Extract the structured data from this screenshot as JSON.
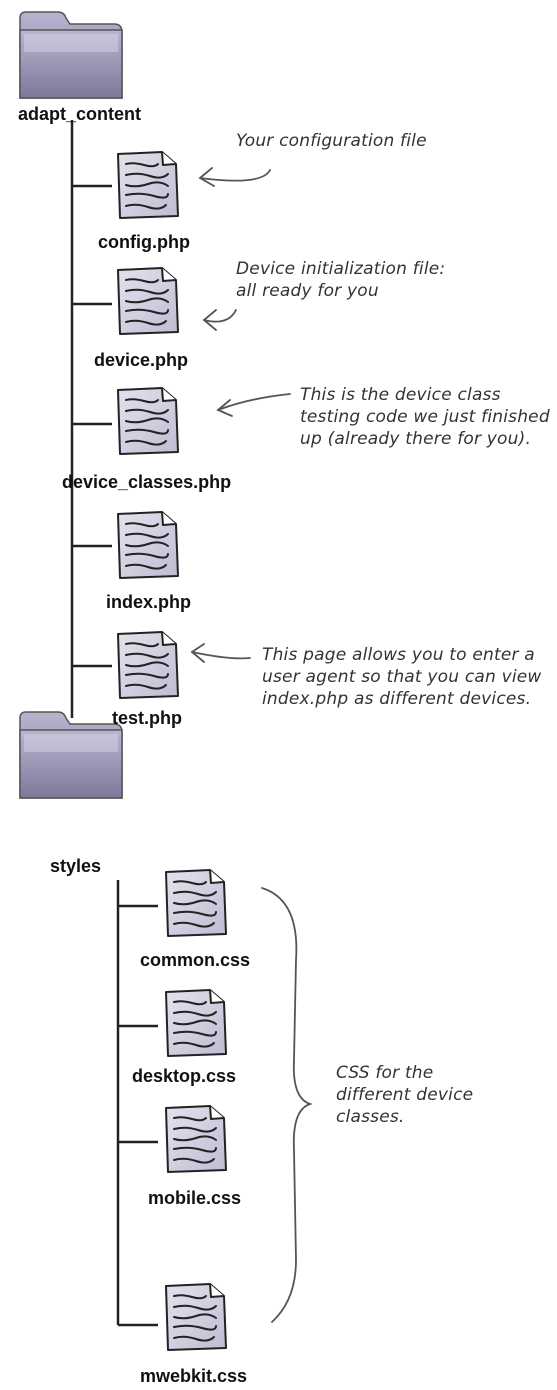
{
  "folders": [
    {
      "name": "adapt_content",
      "icon": "folder-icon"
    },
    {
      "name": "styles",
      "icon": "folder-icon"
    }
  ],
  "files": [
    {
      "name": "config.php",
      "icon": "file-icon"
    },
    {
      "name": "device.php",
      "icon": "file-icon"
    },
    {
      "name": "device_classes.php",
      "icon": "file-icon"
    },
    {
      "name": "index.php",
      "icon": "file-icon"
    },
    {
      "name": "test.php",
      "icon": "file-icon"
    },
    {
      "name": "common.css",
      "icon": "file-icon"
    },
    {
      "name": "desktop.css",
      "icon": "file-icon"
    },
    {
      "name": "mobile.css",
      "icon": "file-icon"
    },
    {
      "name": "mwebkit.css",
      "icon": "file-icon"
    }
  ],
  "annotations": {
    "config": "Your configuration file",
    "device": "Device initialization file: all ready for you",
    "device_classes": "This is the device class testing code we just finished up (already there for you).",
    "test": "This page allows you to enter a user agent so that you can view index.php as different devices.",
    "css": "CSS for the different device classes."
  },
  "colors": {
    "folder": "#8e8aa8",
    "folder_light": "#c9c6dc",
    "file": "#d6d4e4",
    "line": "#222222",
    "annotation": "#333333"
  }
}
